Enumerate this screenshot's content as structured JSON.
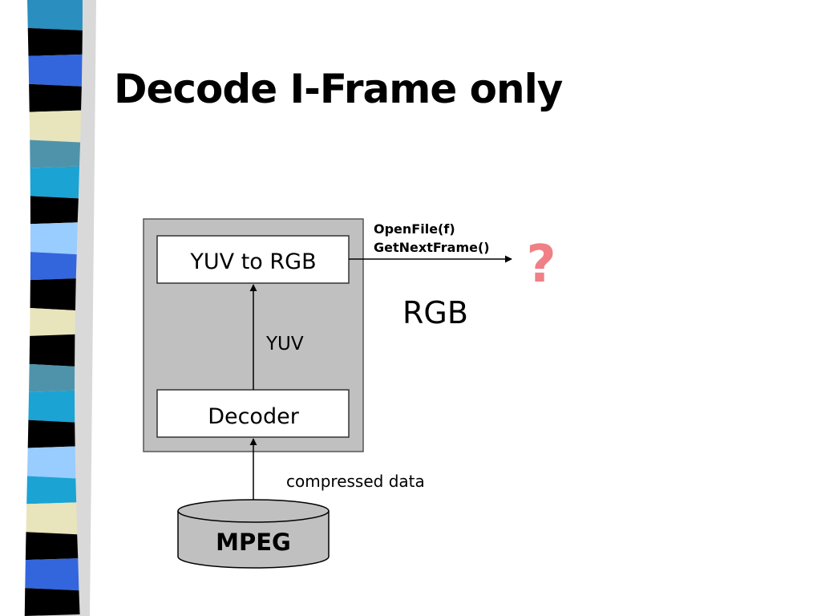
{
  "slide": {
    "title": "Decode I-Frame only"
  },
  "diagram": {
    "box_top": "YUV to RGB",
    "box_bottom": "Decoder",
    "yuv_label": "YUV",
    "api_calls": [
      "OpenFile(f)",
      "GetNextFrame()"
    ],
    "unknown_mark": "?",
    "output_label": "RGB",
    "input_label": "compressed data",
    "storage_label": "MPEG"
  },
  "colors": {
    "container_fill": "#c0c0c0",
    "box_fill": "#ffffff",
    "storage_fill": "#c0c0c0",
    "question_mark": "#f07f86",
    "line": "#000000"
  },
  "decoration": {
    "side_strip_colors": [
      "#2a8fbf",
      "#000000",
      "#3366dd",
      "#000000",
      "#e8e4bc",
      "#4f93ab",
      "#1ba3d4",
      "#000000",
      "#99ccff",
      "#3366dd",
      "#000000",
      "#e8e4bc",
      "#000000",
      "#4f93ab",
      "#1ba3d4",
      "#000000",
      "#99ccff",
      "#1ba3d4",
      "#e8e4bc",
      "#000000",
      "#3366dd",
      "#000000"
    ]
  }
}
